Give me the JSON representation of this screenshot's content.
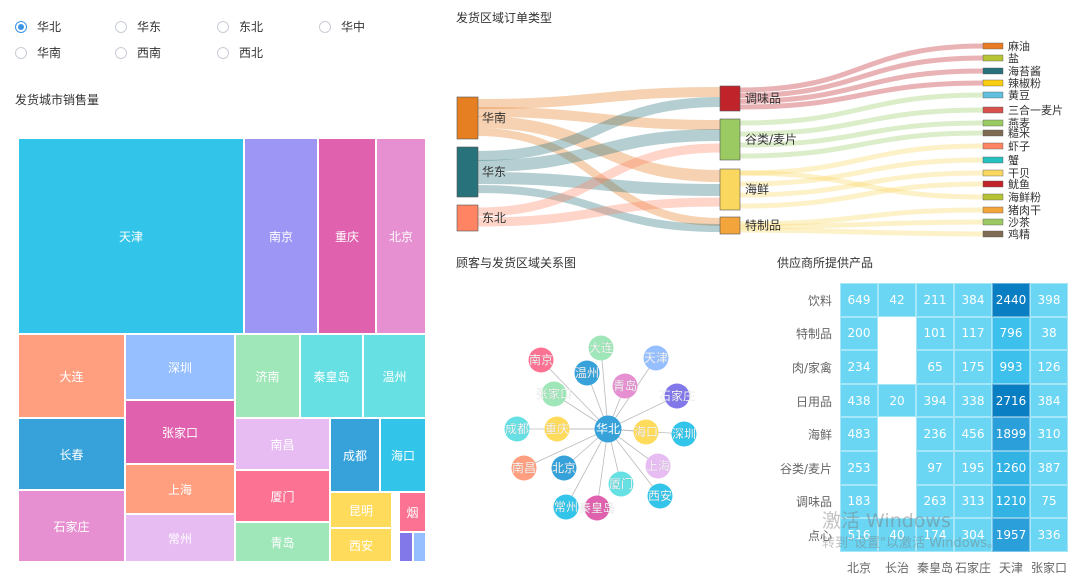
{
  "regions": {
    "selected": "华北",
    "options": [
      "华北",
      "华东",
      "东北",
      "华中",
      "华南",
      "西南",
      "西北"
    ]
  },
  "treemap": {
    "title": "发货城市销售量",
    "cells": [
      {
        "name": "天津",
        "color": "#32c5e9"
      },
      {
        "name": "南京",
        "color": "#9d96f5"
      },
      {
        "name": "重庆",
        "color": "#e062ae"
      },
      {
        "name": "北京",
        "color": "#e690d1"
      },
      {
        "name": "大连",
        "color": "#ff9f7f"
      },
      {
        "name": "深圳",
        "color": "#96bfff"
      },
      {
        "name": "济南",
        "color": "#9fe6b8"
      },
      {
        "name": "秦皇岛",
        "color": "#67e0e3"
      },
      {
        "name": "温州",
        "color": "#67e0e3"
      },
      {
        "name": "长春",
        "color": "#37a2da"
      },
      {
        "name": "张家口",
        "color": "#e062ae"
      },
      {
        "name": "南昌",
        "color": "#e7bcf3"
      },
      {
        "name": "成都",
        "color": "#37a2da"
      },
      {
        "name": "海口",
        "color": "#32c5e9"
      },
      {
        "name": "上海",
        "color": "#ff9f7f"
      },
      {
        "name": "厦门",
        "color": "#fb7293"
      },
      {
        "name": "石家庄",
        "color": "#e690d1"
      },
      {
        "name": "常州",
        "color": "#e7bcf3"
      },
      {
        "name": "昆明",
        "color": "#ffdb5c"
      },
      {
        "name": "烟",
        "color": "#fb7293"
      },
      {
        "name": "青岛",
        "color": "#9fe6b8"
      },
      {
        "name": "西安",
        "color": "#ffdb5c"
      },
      {
        "name": "",
        "color": "#8378ea"
      },
      {
        "name": "",
        "color": "#96bfff"
      }
    ]
  },
  "sankey": {
    "title": "发货区域订单类型",
    "sources": [
      {
        "name": "华南",
        "color": "#e67e22"
      },
      {
        "name": "华东",
        "color": "#27727b"
      },
      {
        "name": "东北",
        "color": "#fe8463"
      }
    ],
    "middles": [
      {
        "name": "调味品",
        "color": "#c1232b"
      },
      {
        "name": "谷类/麦片",
        "color": "#9bca63"
      },
      {
        "name": "海鲜",
        "color": "#fad860"
      },
      {
        "name": "特制品",
        "color": "#f3a43b"
      }
    ],
    "products": [
      {
        "name": "麻油",
        "color": "#e87c25"
      },
      {
        "name": "盐",
        "color": "#b5c334"
      },
      {
        "name": "海苔酱",
        "color": "#27727b"
      },
      {
        "name": "辣椒粉",
        "color": "#fcce10"
      },
      {
        "name": "黄豆",
        "color": "#60c0dd"
      },
      {
        "name": "三合一麦片",
        "color": "#d7504b"
      },
      {
        "name": "燕麦",
        "color": "#9bca63"
      },
      {
        "name": "糙米",
        "color": "#7f6b54"
      },
      {
        "name": "虾子",
        "color": "#fe8463"
      },
      {
        "name": "蟹",
        "color": "#26c0c0"
      },
      {
        "name": "干贝",
        "color": "#fad860"
      },
      {
        "name": "鱿鱼",
        "color": "#c1232b"
      },
      {
        "name": "海鲜粉",
        "color": "#b5c334"
      },
      {
        "name": "猪肉干",
        "color": "#f3a43b"
      },
      {
        "name": "沙茶",
        "color": "#9bca63"
      },
      {
        "name": "鸡精",
        "color": "#7f6b54"
      }
    ]
  },
  "graph": {
    "title": "顾客与发货区域关系图",
    "center": {
      "name": "华北",
      "color": "#37a2da"
    },
    "nodes": [
      {
        "name": "南京",
        "color": "#fb7293"
      },
      {
        "name": "大连",
        "color": "#9fe6b8"
      },
      {
        "name": "天津",
        "color": "#96bfff"
      },
      {
        "name": "温州",
        "color": "#37a2da"
      },
      {
        "name": "青岛",
        "color": "#e690d1"
      },
      {
        "name": "石家庄",
        "color": "#8378ea"
      },
      {
        "name": "张家口",
        "color": "#9fe6b8"
      },
      {
        "name": "成都",
        "color": "#67e0e3"
      },
      {
        "name": "重庆",
        "color": "#ffdb5c"
      },
      {
        "name": "海口",
        "color": "#ffdb5c"
      },
      {
        "name": "深圳",
        "color": "#32c5e9"
      },
      {
        "name": "上海",
        "color": "#e7bcf3"
      },
      {
        "name": "南昌",
        "color": "#ff9f7f"
      },
      {
        "name": "北京",
        "color": "#37a2da"
      },
      {
        "name": "厦门",
        "color": "#67e0e3"
      },
      {
        "name": "西安",
        "color": "#32c5e9"
      },
      {
        "name": "常州",
        "color": "#32c5e9"
      },
      {
        "name": "秦皇岛",
        "color": "#e062ae"
      }
    ]
  },
  "chart_data": [
    {
      "type": "heatmap",
      "title": "供应商所提供产品",
      "columns": [
        "北京",
        "长治",
        "秦皇岛",
        "石家庄",
        "天津",
        "张家口"
      ],
      "rows": [
        "饮料",
        "特制品",
        "肉/家禽",
        "日用品",
        "海鲜",
        "谷类/麦片",
        "调味品",
        "点心"
      ],
      "values": [
        [
          649,
          42,
          211,
          384,
          2440,
          398
        ],
        [
          200,
          null,
          101,
          117,
          796,
          38
        ],
        [
          234,
          null,
          65,
          175,
          993,
          126
        ],
        [
          438,
          20,
          394,
          338,
          2716,
          384
        ],
        [
          483,
          null,
          236,
          456,
          1899,
          310
        ],
        [
          253,
          null,
          97,
          195,
          1260,
          387
        ],
        [
          183,
          null,
          263,
          313,
          1210,
          75
        ],
        [
          516,
          40,
          174,
          304,
          1957,
          336
        ]
      ]
    }
  ],
  "watermark": {
    "line1": "激活 Windows",
    "line2": "转到\"设置\"以激活 Windows。"
  }
}
